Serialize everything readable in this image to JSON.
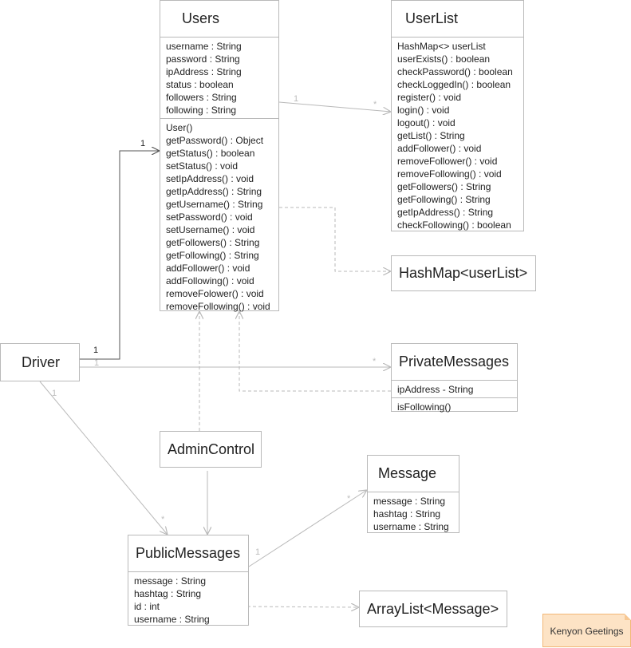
{
  "classes": {
    "users": {
      "name": "Users",
      "attributes": [
        "username : String",
        "password : String",
        "ipAddress : String",
        "status : boolean",
        "followers : String",
        "following : String"
      ],
      "methods": [
        "User()",
        "getPassword() : Object",
        "getStatus() : boolean",
        "setStatus() : void",
        "setIpAddress() : void",
        "getIpAddress() : String",
        "getUsername() : String",
        "setPassword() : void",
        "setUsername() : void",
        "getFollowers() : String",
        "getFollowing() : String",
        "addFollower() : void",
        "addFollowing() : void",
        "removeFolower() : void",
        "removeFollowing() : void"
      ]
    },
    "userlist": {
      "name": "UserList",
      "attributes": [
        "HashMap<> userList",
        "userExists() : boolean",
        "checkPassword() : boolean",
        "checkLoggedIn() : boolean",
        "register() : void",
        "login() : void",
        "logout() : void",
        "getList() : String",
        "addFollower() : void",
        "removeFollower() : void",
        "removeFollowing() : void",
        "getFollowers() : String",
        "getFollowing() : String",
        "getIpAddress() : String",
        "checkFollowing() : boolean"
      ]
    },
    "hashmap": {
      "name": "HashMap<userList>"
    },
    "driver": {
      "name": "Driver"
    },
    "privatemessages": {
      "name": "PrivateMessages",
      "attributes": [
        "ipAddress - String"
      ],
      "methods": [
        "isFollowing()"
      ]
    },
    "admincontrol": {
      "name": "AdminControl"
    },
    "message": {
      "name": "Message",
      "attributes": [
        "message : String",
        "hashtag : String",
        "username : String"
      ]
    },
    "publicmessages": {
      "name": "PublicMessages",
      "attributes": [
        "message : String",
        "hashtag : String",
        "id : int",
        "username : String"
      ]
    },
    "arraylist": {
      "name": "ArrayList<Message>"
    }
  },
  "multiplicities": {
    "driver_users_top": "1",
    "driver_users_bottom": "1",
    "driver_users_end": "1",
    "users_userlist_src": "1",
    "users_userlist_dst": "*",
    "driver_private_dst": "*",
    "driver_public_src": "1",
    "driver_public_dst": "*",
    "public_message_src": "1",
    "public_message_dst": "*"
  },
  "note": {
    "text": "Kenyon Geetings"
  },
  "colors": {
    "line": "#b9b9b9",
    "border": "#b9b9b9",
    "note_fill": "#fde3c5",
    "note_border": "#f2b877"
  }
}
